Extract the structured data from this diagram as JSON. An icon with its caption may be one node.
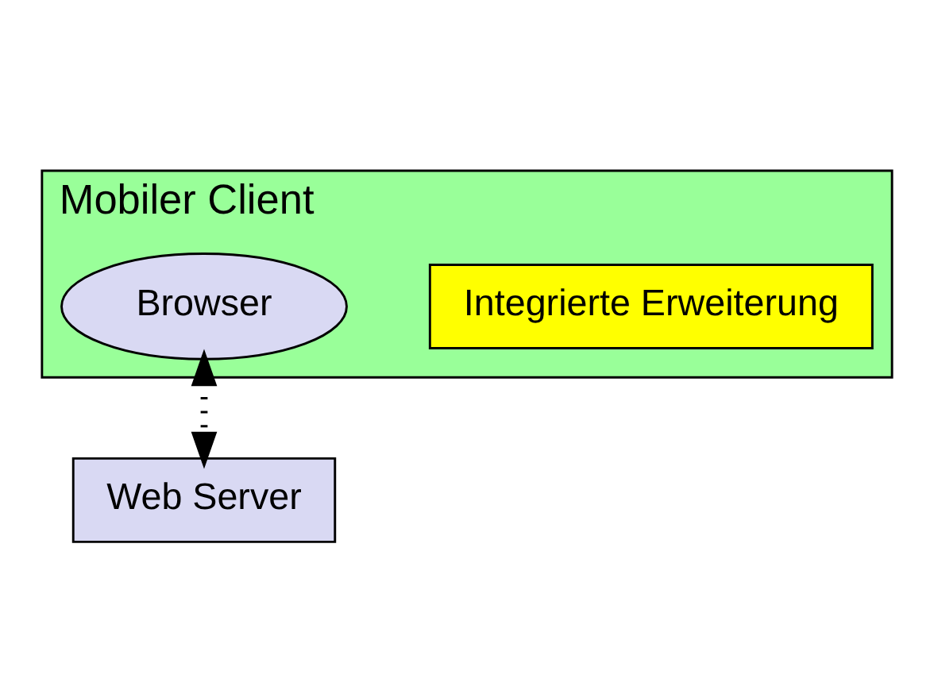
{
  "diagram": {
    "nodes": [
      {
        "text": [
          "Mobiler Client"
        ]
      },
      {
        "text": [
          "Integrierte Erweiterung"
        ],
        "in": 0
      },
      {
        "text": [
          "Browser"
        ],
        "in": 0
      },
      {
        "text": [
          "Web Server"
        ]
      }
    ],
    "edges": [
      {
        "from": 2,
        "to": 3,
        "arrow": "both",
        "style": "dashed"
      }
    ]
  }
}
